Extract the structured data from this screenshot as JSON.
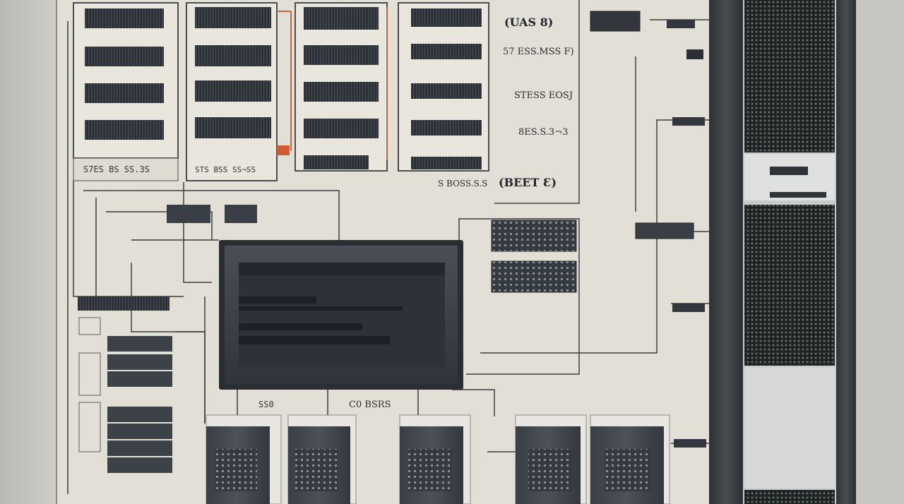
{
  "image": {
    "palette": {
      "wall": "#cdcbc4",
      "panel": "#e4e1d8",
      "wire_dark": "#3b3e44",
      "wire_orange": "#c8663a",
      "module_dark": "#2f333a",
      "rack_frame": "#3a3d42",
      "screen": "#3c4047"
    }
  },
  "labels": {
    "cab3_label": "(UAS 8)",
    "cab3_row2": "57 ESS.MSS F)",
    "cab3_row3": "STESS EOSJ",
    "cab3_row4": "8ES.S.3¬3",
    "panel_mid_a": "S BOSS.S.S",
    "panel_mid_b": "(BEET Ɛ)",
    "cab1_footer": "S7ES BS SS.3S",
    "cab2_footer": "STS BSS SS¬SS",
    "bottom_mid": "C0 BSRS",
    "bottom_left_num": "SS0"
  }
}
